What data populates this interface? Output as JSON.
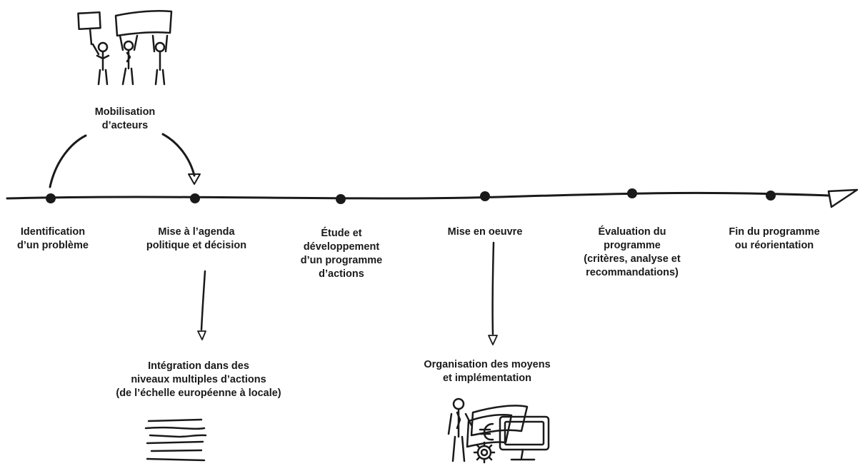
{
  "stages": [
    {
      "lines": [
        "Identification",
        "d’un problème"
      ]
    },
    {
      "lines": [
        "Mise à l’agenda",
        "politique et décision"
      ]
    },
    {
      "lines": [
        "Étude et",
        "développement",
        "d’un programme",
        "d’actions"
      ]
    },
    {
      "lines": [
        "Mise en oeuvre"
      ]
    },
    {
      "lines": [
        "Évaluation du",
        "programme",
        "(critères, analyse et",
        "recommandations)"
      ]
    },
    {
      "lines": [
        "Fin du programme",
        "ou réorientation"
      ]
    }
  ],
  "callouts": {
    "mobilisation": {
      "lines": [
        "Mobilisation",
        "d’acteurs"
      ]
    },
    "integration": {
      "lines": [
        "Intégration dans des",
        "niveaux multiples d’actions",
        "(de l’échelle européenne à locale)"
      ]
    },
    "organisation": {
      "lines": [
        "Organisation des moyens",
        "et implémentation"
      ]
    }
  },
  "icons": [
    "protest-people-icon",
    "document-lines-icon",
    "worker-with-money-and-computer-icon",
    "euro-icon",
    "gear-icon"
  ],
  "colors": {
    "ink": "#1a1a1a",
    "background": "#ffffff"
  }
}
